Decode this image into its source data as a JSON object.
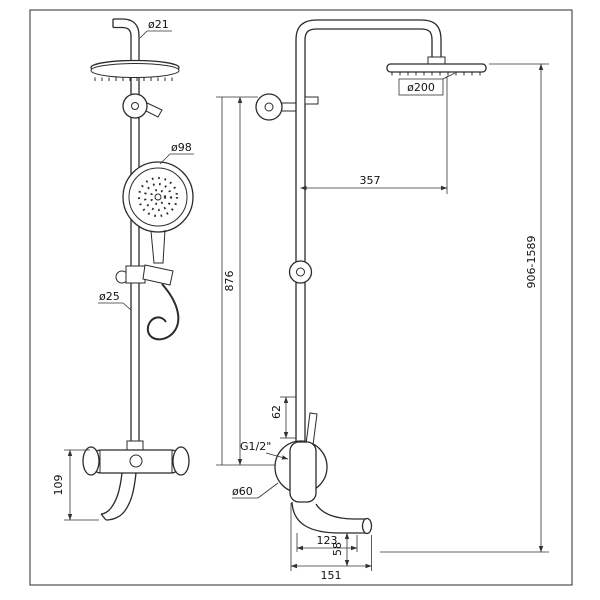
{
  "drawing": {
    "front": {
      "top_pipe_diameter": "ø21",
      "hand_shower_diameter": "ø98",
      "slide_bar_diameter": "ø25",
      "mixer_height": "109"
    },
    "side": {
      "head_diameter": "ø200",
      "arm_reach": "357",
      "bar_height": "876",
      "overall_height": "906-1589",
      "inlet_offset": "62",
      "thread_size": "G1/2\"",
      "escutcheon_diameter": "ø60",
      "spout_reach": "123",
      "spout_drop": "58",
      "overall_reach": "151"
    }
  }
}
